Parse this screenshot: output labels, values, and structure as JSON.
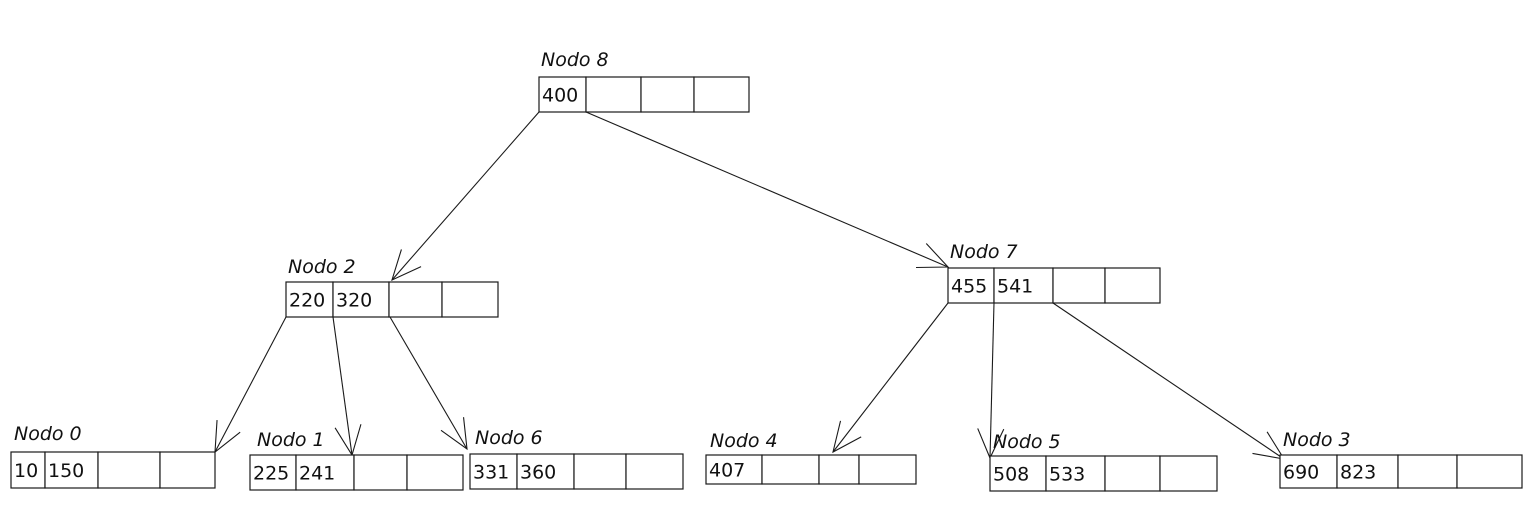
{
  "diagram": {
    "line_color": "#1a1a1a",
    "background": "#ffffff",
    "nodes": [
      {
        "id": "n8",
        "label": "Nodo 8",
        "keys": [
          "400",
          "",
          "",
          ""
        ]
      },
      {
        "id": "n2",
        "label": "Nodo 2",
        "keys": [
          "220",
          "320",
          "",
          ""
        ]
      },
      {
        "id": "n7",
        "label": "Nodo 7",
        "keys": [
          "455",
          "541",
          "",
          ""
        ]
      },
      {
        "id": "n0",
        "label": "Nodo 0",
        "keys": [
          "10",
          "150",
          "",
          ""
        ]
      },
      {
        "id": "n1",
        "label": "Nodo 1",
        "keys": [
          "225",
          "241",
          "",
          ""
        ]
      },
      {
        "id": "n6",
        "label": "Nodo 6",
        "keys": [
          "331",
          "360",
          "",
          ""
        ]
      },
      {
        "id": "n4",
        "label": "Nodo 4",
        "keys": [
          "407",
          "",
          "",
          ""
        ]
      },
      {
        "id": "n5",
        "label": "Nodo 5",
        "keys": [
          "508",
          "533",
          "",
          ""
        ]
      },
      {
        "id": "n3",
        "label": "Nodo 3",
        "keys": [
          "690",
          "823",
          "",
          ""
        ]
      }
    ],
    "edges": [
      {
        "from": "n8",
        "to": "n2"
      },
      {
        "from": "n8",
        "to": "n7"
      },
      {
        "from": "n2",
        "to": "n0"
      },
      {
        "from": "n2",
        "to": "n1"
      },
      {
        "from": "n2",
        "to": "n6"
      },
      {
        "from": "n7",
        "to": "n4"
      },
      {
        "from": "n7",
        "to": "n5"
      },
      {
        "from": "n7",
        "to": "n3"
      }
    ]
  }
}
